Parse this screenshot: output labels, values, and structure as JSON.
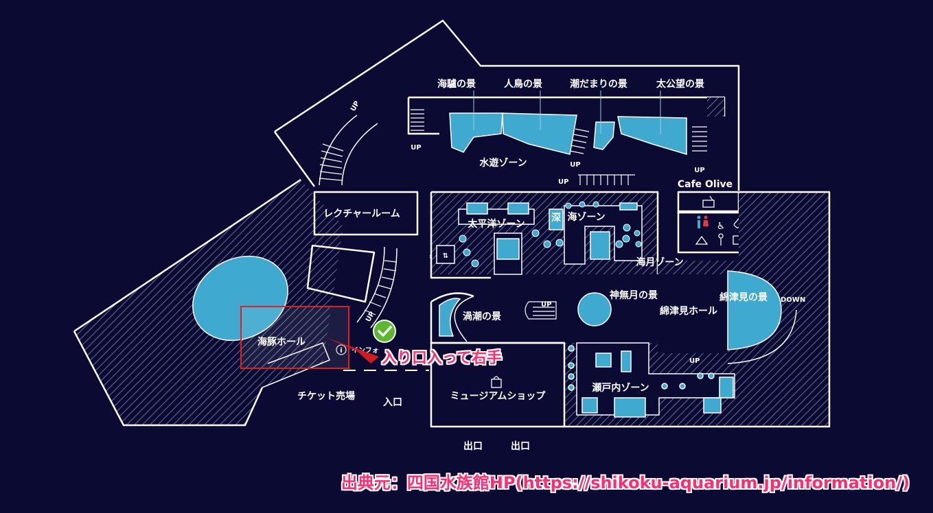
{
  "map": {
    "zones": {
      "kairo": "海驢の景",
      "jinchou": "人鳥の景",
      "shiodamari": "潮だまりの景",
      "taikoubou": "太公望の景",
      "suiyuu": "水遊ゾーン",
      "cafe": "Cafe Olive",
      "lecture": "レクチャールーム",
      "taiheiyou": "太平洋ゾーン",
      "shin": "深",
      "umi": "海ゾーン",
      "umitsuki": "海月ゾーン",
      "kannazuki": "神無月の景",
      "watatsumi_kei": "綿津見の景",
      "watatsumi_hall": "綿津見ホール",
      "uzushio": "渦潮の景",
      "iruka": "海豚ホール",
      "info": "インフォ",
      "ticket": "チケット売場",
      "entrance": "入口",
      "shop": "ミュージアムショップ",
      "setouchi": "瀬戸内ゾーン",
      "exit1": "出口",
      "exit2": "出口"
    },
    "stairs": {
      "up": "UP",
      "down": "DOWN"
    }
  },
  "annotation": {
    "callout": "入り口入って右手",
    "credit": "出典元：四国水族館HP(https://shikoku-aquarium.jp/information/)"
  },
  "colors": {
    "background": "#0a0a33",
    "tank": "#3fa9cf",
    "highlight": "#e02020",
    "accent": "#ff2d6f",
    "check": "#5cb82e"
  },
  "icons": [
    "restroom-icon",
    "wheelchair-icon",
    "baby-bottle-icon",
    "elevator-icon",
    "locker-icon",
    "cafe-icon",
    "shop-bag-icon",
    "info-icon",
    "checkmark-icon"
  ]
}
